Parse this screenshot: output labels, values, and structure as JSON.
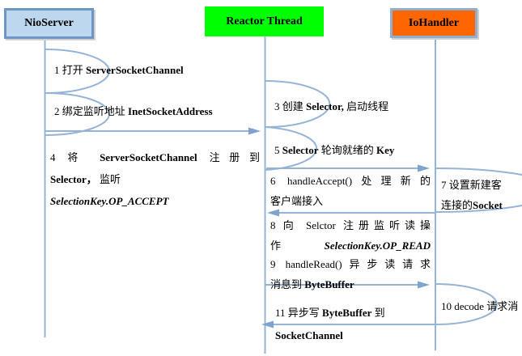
{
  "actors": [
    {
      "name": "NioServer"
    },
    {
      "name": "Reactor Thread"
    },
    {
      "name": "IoHandler"
    }
  ],
  "palette": {
    "line_color": "#95B3D7",
    "arrow_color": "#7FA3CF",
    "nioserver_fill": "#BDD7EE",
    "nioserver_border": "#6D96C5",
    "reactor_fill": "#00FF00",
    "iohandler_fill": "#FF6600",
    "iohandler_border": "#92AECF",
    "text_color": "#000000"
  },
  "messages": {
    "m1": {
      "pre": "1 打开 ",
      "code": "ServerSocketChannel"
    },
    "m2": {
      "pre": "2 绑定监听地址 ",
      "code": "InetSocketAddress"
    },
    "m3": {
      "pre": "3 创建 ",
      "code": "Selector,",
      "suf": " 启动线程"
    },
    "m4": {
      "l1a": "4 将 ",
      "l1b": "ServerSocketChannel",
      "l1c": " 注册到",
      "l2a": "Selector，",
      "l2b": " 监听",
      "l3": "SelectionKey.OP_ACCEPT"
    },
    "m5": {
      "a": "5 ",
      "b": "Selector",
      "c": " 轮询就绪的 ",
      "d": "Key"
    },
    "m6": {
      "l1": "6 handleAccept()处理新的",
      "l2": "客户端接入"
    },
    "m7": {
      "l1": "7 设置新建客",
      "l2a": "连接的",
      "l2b": "Socket"
    },
    "m8": {
      "l1": "8 向 Selctor 注册监听读操",
      "l2a": "作 ",
      "l2b": "SelectionKey.OP_READ"
    },
    "m9": {
      "l1": "9 handleRead()异步读请求",
      "l2a": "消息到 ",
      "l2b": "ByteBuffer"
    },
    "m10": {
      "t": "10 decode 请求消"
    },
    "m11": {
      "l1a": "11 异步写 ",
      "l1b": "ByteBuffer",
      "l1c": " 到",
      "l2": "SocketChannel"
    }
  }
}
